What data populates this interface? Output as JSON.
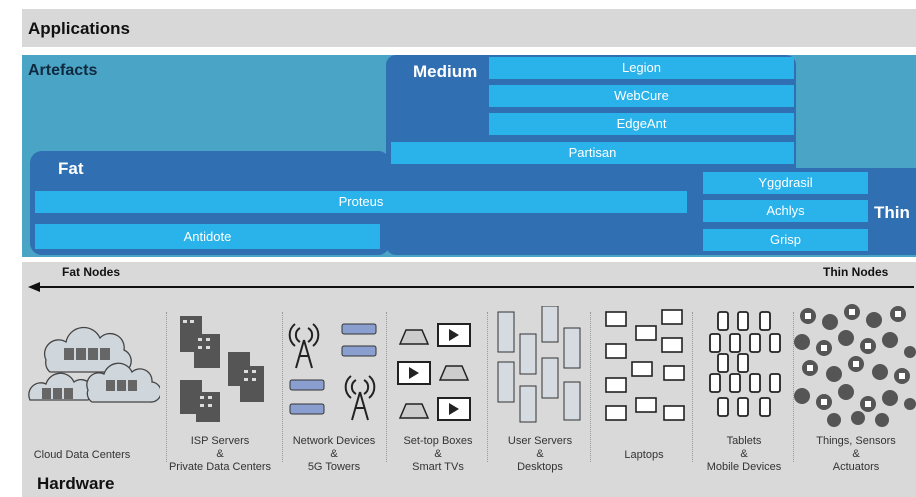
{
  "applications": {
    "label": "Applications"
  },
  "artefacts": {
    "label": "Artefacts",
    "medium": {
      "label": "Medium",
      "items": [
        "Legion",
        "WebCure",
        "EdgeAnt",
        "Partisan"
      ]
    },
    "fat": {
      "label": "Fat",
      "items": [
        "Proteus",
        "Antidote"
      ]
    },
    "thin": {
      "label": "Thin",
      "items": [
        "Yggdrasil",
        "Achlys",
        "Grisp"
      ]
    }
  },
  "hardware": {
    "label": "Hardware",
    "fat_nodes": "Fat Nodes",
    "thin_nodes": "Thin Nodes",
    "categories": [
      {
        "line1": "Cloud Data Centers",
        "line2": "",
        "line3": "",
        "icon": "cloud-datacenter-icon"
      },
      {
        "line1": "ISP Servers",
        "line2": "&",
        "line3": "Private Data Centers",
        "icon": "server-building-icon"
      },
      {
        "line1": "Network Devices",
        "line2": "&",
        "line3": "5G Towers",
        "icon": "network-tower-icon"
      },
      {
        "line1": "Set-top Boxes",
        "line2": "&",
        "line3": "Smart TVs",
        "icon": "settop-tv-icon"
      },
      {
        "line1": "User Servers",
        "line2": "&",
        "line3": "Desktops",
        "icon": "desktop-tower-icon"
      },
      {
        "line1": "Laptops",
        "line2": "",
        "line3": "",
        "icon": "laptop-icon"
      },
      {
        "line1": "Tablets",
        "line2": "&",
        "line3": "Mobile Devices",
        "icon": "mobile-device-icon"
      },
      {
        "line1": "Things, Sensors",
        "line2": "&",
        "line3": "Actuators",
        "icon": "iot-sensor-icon"
      }
    ]
  }
}
